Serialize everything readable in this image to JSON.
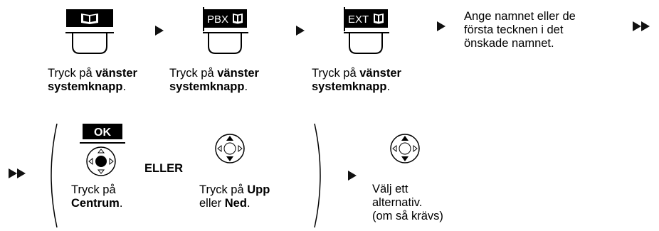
{
  "step1": {
    "text_a": "Tryck på ",
    "bold_a": "vänster",
    "bold_b": "systemknapp",
    "text_b": "."
  },
  "step2": {
    "text_a": "Tryck på ",
    "bold_a": "vänster",
    "bold_b": "systemknapp",
    "text_b": ".",
    "display_label": "PBX"
  },
  "step3": {
    "text_a": "Tryck på ",
    "bold_a": "vänster",
    "bold_b": "systemknapp",
    "text_b": ".",
    "display_label": "EXT"
  },
  "step4": {
    "line1": "Ange namnet eller de",
    "line2": "första tecknen i det",
    "line3": "önskade namnet."
  },
  "option_center": {
    "key_label": "OK",
    "line1": "Tryck på",
    "bold": "Centrum",
    "tail": "."
  },
  "or_label": "ELLER",
  "option_updown": {
    "text_a": "Tryck på ",
    "bold_a": "Upp",
    "text_b": "eller ",
    "bold_b": "Ned",
    "tail": "."
  },
  "step5": {
    "line1": "Välj ett",
    "line2": "alternativ.",
    "line3": "(om så krävs)"
  }
}
